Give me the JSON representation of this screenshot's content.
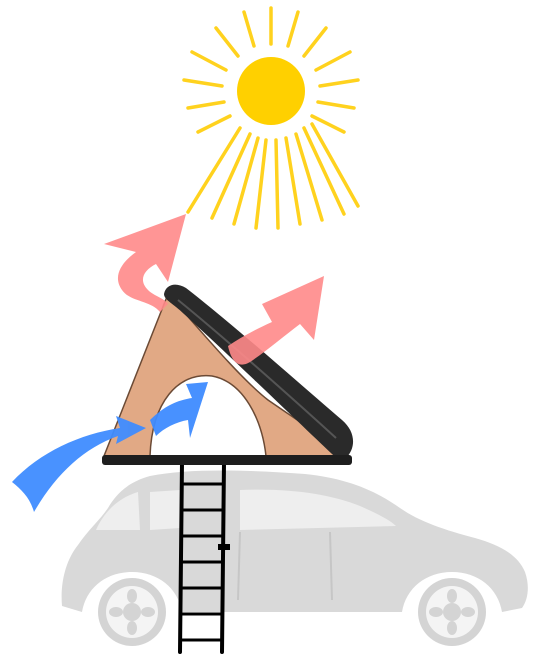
{
  "illustration": {
    "elements": [
      "sun-icon",
      "rooftop-tent",
      "car-silhouette",
      "ladder",
      "warm-air-arrow",
      "cool-air-arrow"
    ],
    "colors": {
      "sun": "#FFD000",
      "sun_rays": "#FFD21E",
      "tent_shell": "#2A2A2A",
      "tent_fabric": "#E1A985",
      "tent_fabric_outline": "#6B4A35",
      "tent_base": "#1E1E1E",
      "car": "#D9D9D9",
      "car_windows": "#ECECEC",
      "ladder": "#000000",
      "warm_air": "#FF8A8A",
      "cool_air": "#3F8CFF",
      "background": "#FFFFFF"
    }
  }
}
